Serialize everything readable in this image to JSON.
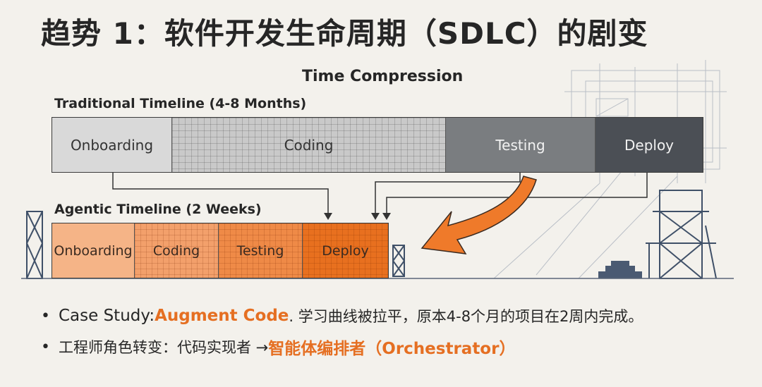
{
  "title": "趋势 1：软件开发生命周期（SDLC）的剧变",
  "diagram_title": "Time Compression",
  "traditional": {
    "label": "Traditional Timeline (4-8 Months)",
    "segments": [
      "Onboarding",
      "Coding",
      "Testing",
      "Deploy"
    ]
  },
  "agentic": {
    "label": "Agentic Timeline (2 Weeks)",
    "segments": [
      "Onboarding",
      "Coding",
      "Testing",
      "Deploy"
    ]
  },
  "bullets": [
    {
      "prefix": "Case Study: ",
      "highlight": "Augment Code",
      "suffix": ". 学习曲线被拉平，原本4-8个月的项目在2周内完成。"
    },
    {
      "prefix": "工程师角色转变：代码实现者 → ",
      "highlight": "智能体编排者（Orchestrator）",
      "suffix": ""
    }
  ],
  "colors": {
    "accent": "#e56f22",
    "trad_onboarding": "#d9d9d9",
    "trad_coding": "#c7c7c7",
    "trad_testing": "#7a7d80",
    "trad_deploy": "#4b4f55",
    "agent_onboarding": "#f5b487",
    "agent_coding": "#f3a06b",
    "agent_testing": "#ef8a47",
    "agent_deploy": "#e8701f"
  }
}
